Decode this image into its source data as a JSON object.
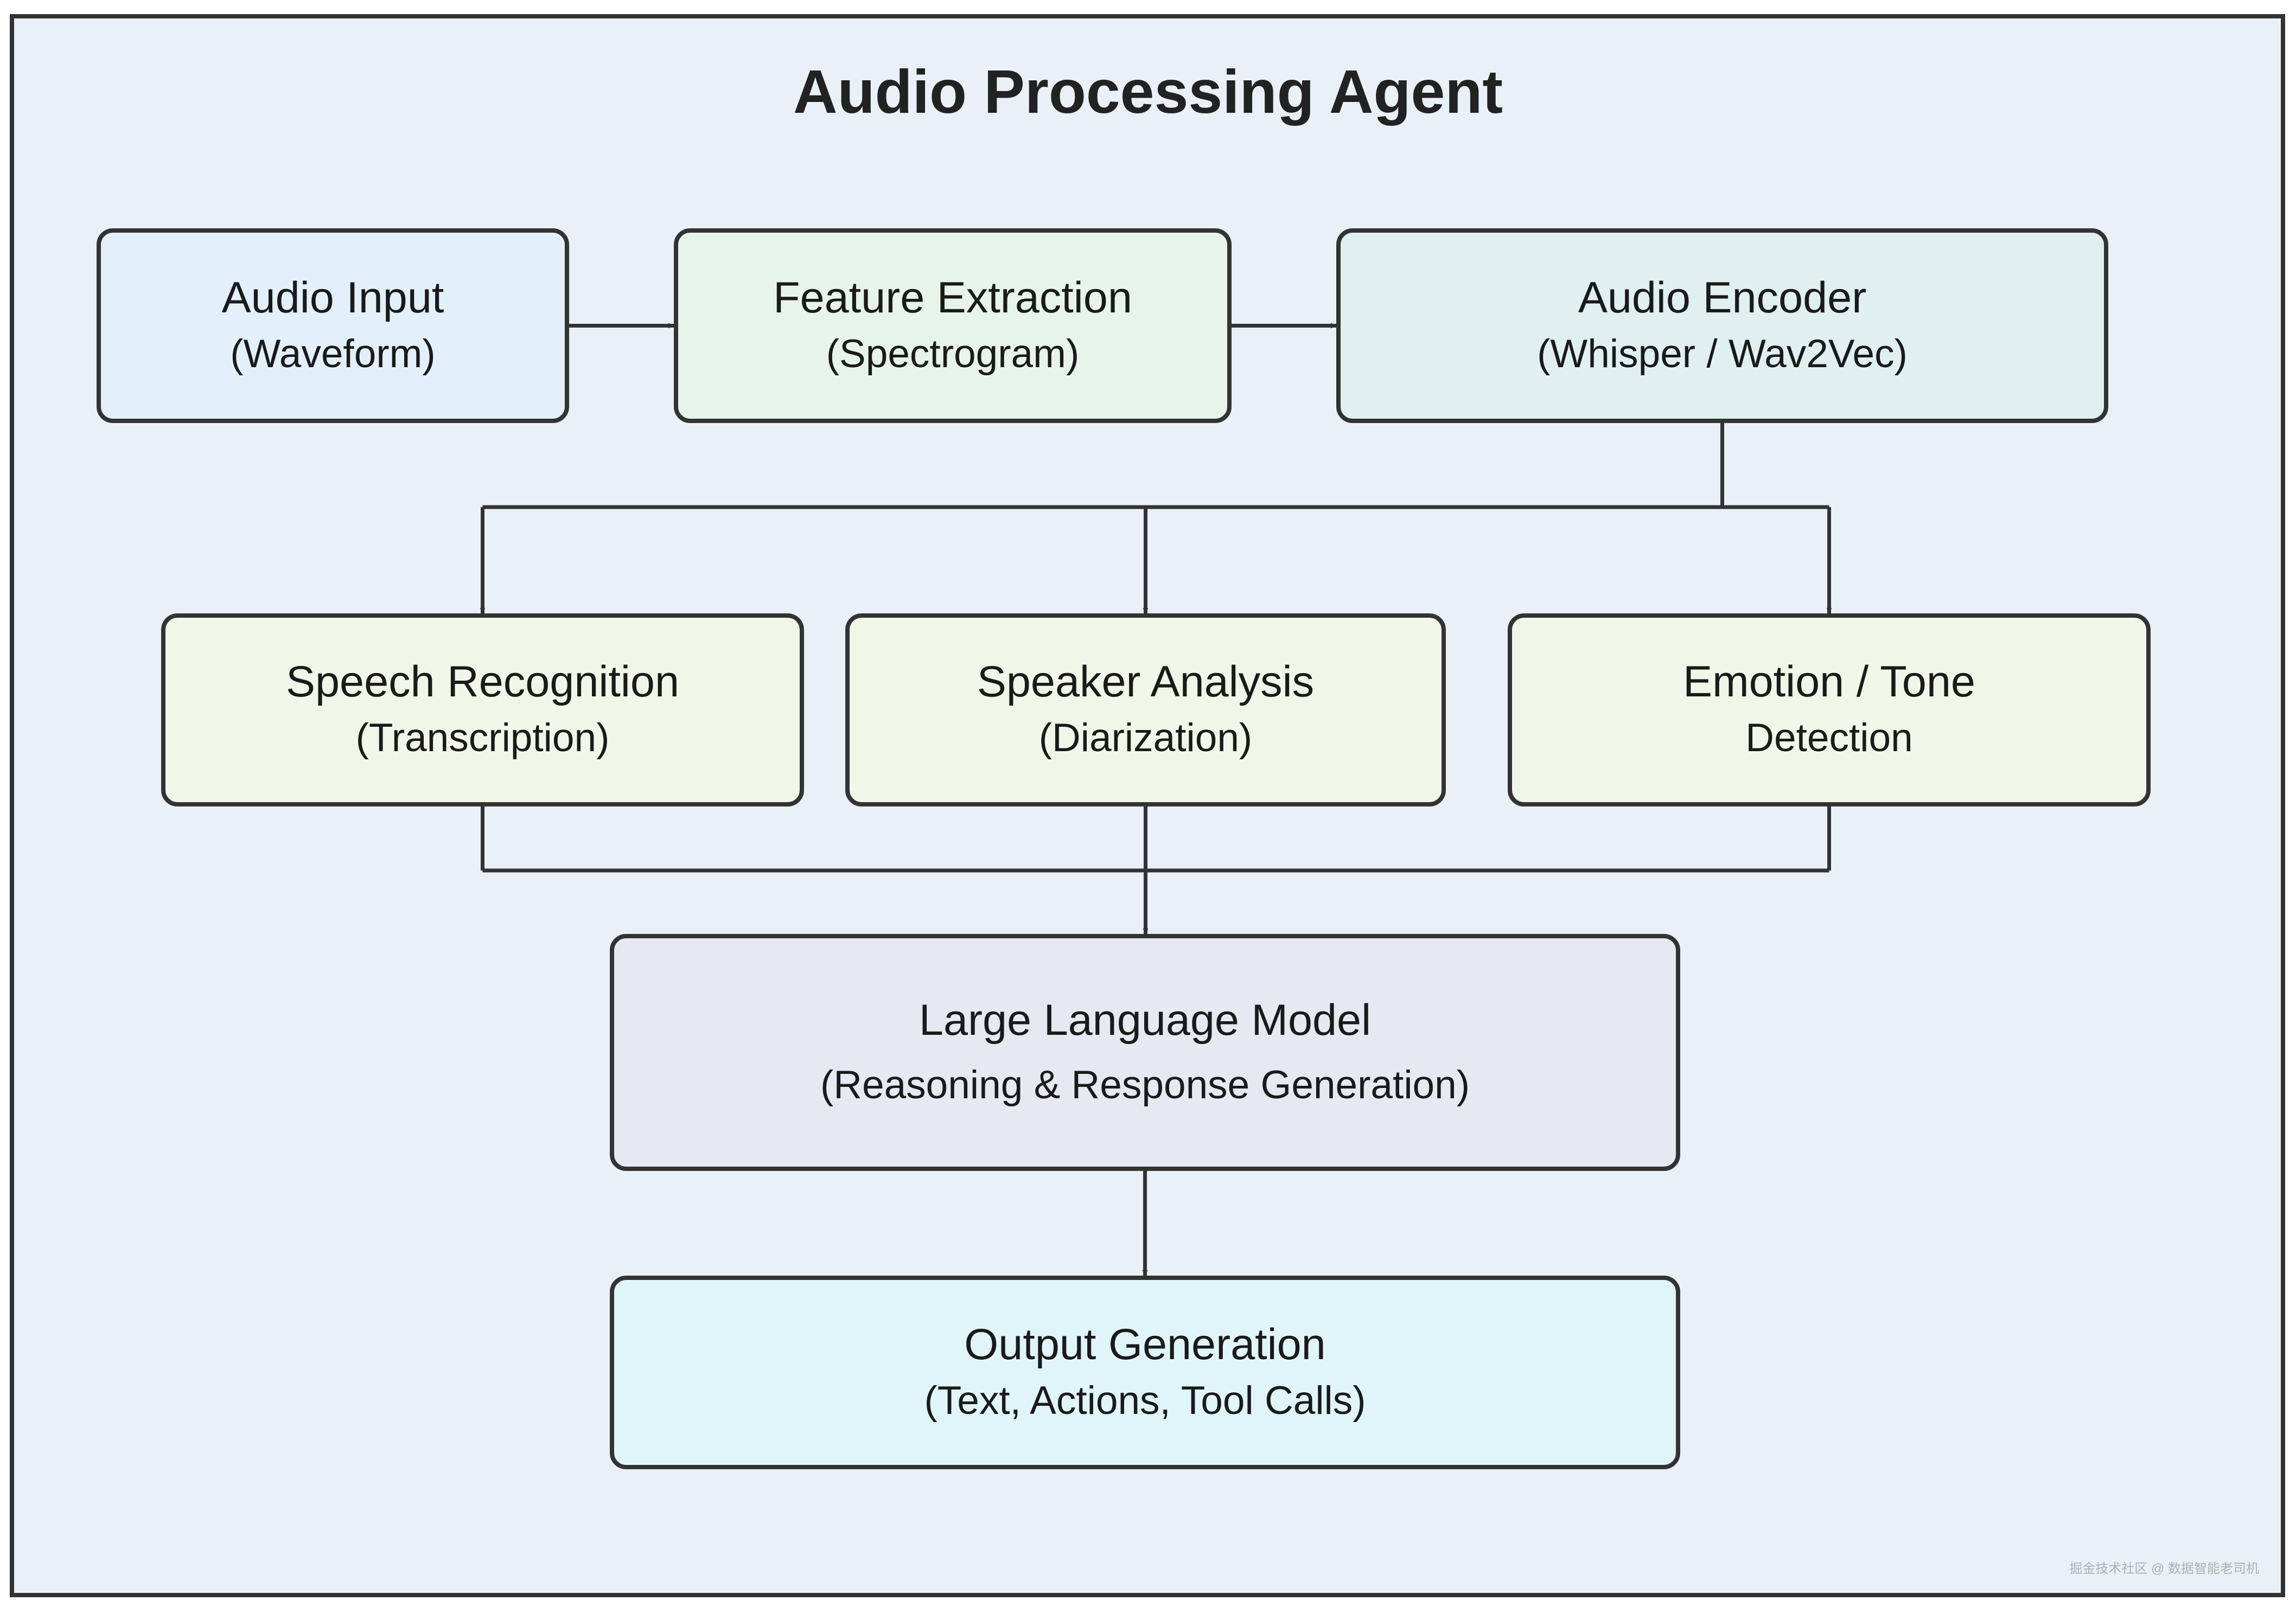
{
  "title": "Audio Processing Agent",
  "colors": {
    "background": "#e9f0f8",
    "border": "#333333",
    "audio_input": "#e3f0fc",
    "feature_extraction": "#e7f4e9",
    "audio_encoder": "#dff0ee",
    "analysis": "#f0f6e8",
    "llm": "#e6e9f1",
    "output": "#e0f5fa"
  },
  "nodes": {
    "audio_input": {
      "line1": "Audio Input",
      "line2": "(Waveform)"
    },
    "feature_extraction": {
      "line1": "Feature Extraction",
      "line2": "(Spectrogram)"
    },
    "audio_encoder": {
      "line1": "Audio Encoder",
      "line2": "(Whisper / Wav2Vec)"
    },
    "speech_recognition": {
      "line1": "Speech Recognition",
      "line2": "(Transcription)"
    },
    "speaker_analysis": {
      "line1": "Speaker Analysis",
      "line2": "(Diarization)"
    },
    "emotion_tone": {
      "line1": "Emotion / Tone",
      "line2": "Detection"
    },
    "llm": {
      "line1": "Large Language Model",
      "line2": "(Reasoning & Response Generation)"
    },
    "output": {
      "line1": "Output Generation",
      "line2": "(Text, Actions, Tool Calls)"
    }
  },
  "edges": [
    {
      "from": "audio_input",
      "to": "feature_extraction"
    },
    {
      "from": "feature_extraction",
      "to": "audio_encoder"
    },
    {
      "from": "audio_encoder",
      "to": "speech_recognition"
    },
    {
      "from": "audio_encoder",
      "to": "speaker_analysis"
    },
    {
      "from": "audio_encoder",
      "to": "emotion_tone"
    },
    {
      "from": "speech_recognition",
      "to": "llm"
    },
    {
      "from": "speaker_analysis",
      "to": "llm"
    },
    {
      "from": "emotion_tone",
      "to": "llm"
    },
    {
      "from": "llm",
      "to": "output"
    }
  ],
  "watermark": "掘金技术社区 @ 数据智能老司机"
}
